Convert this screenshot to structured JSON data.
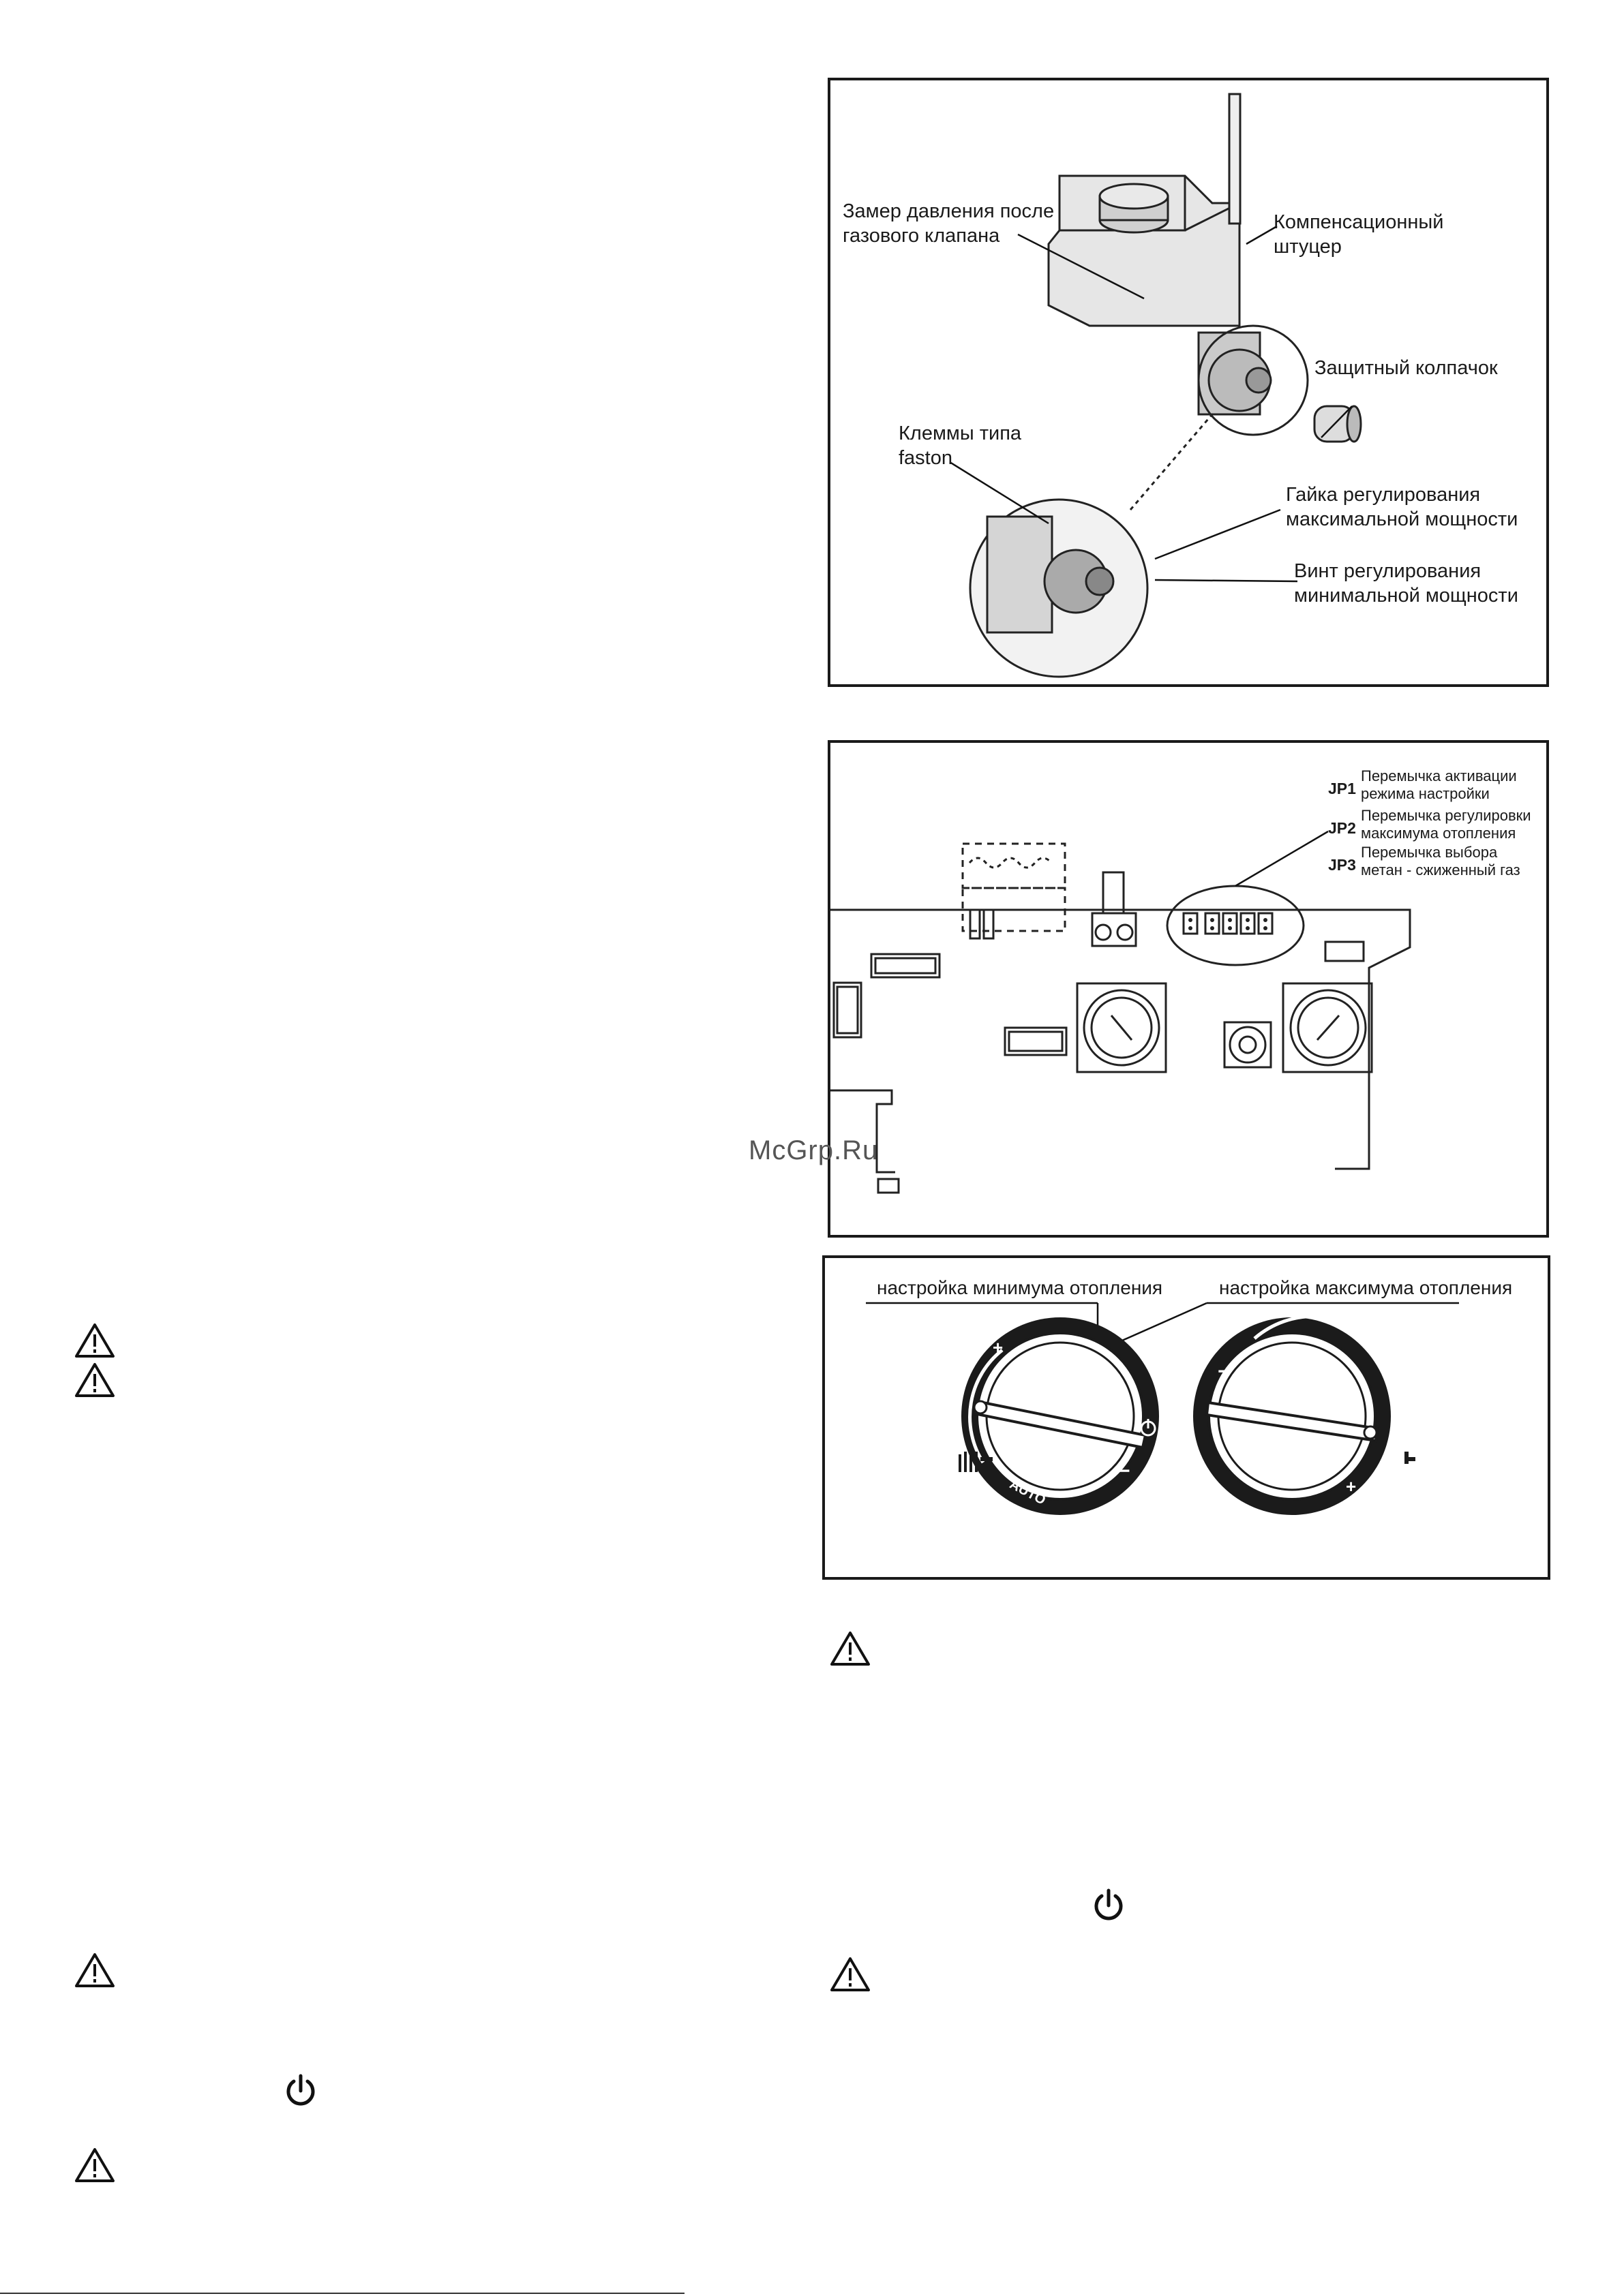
{
  "figure1": {
    "labels": {
      "pressure_after_valve": "Замер давления после\nгазового клапана",
      "compensation_fitting": "Компенсационный\nштуцер",
      "protective_cap": "Защитный колпачок",
      "faston_terminals": "Клеммы типа\nfaston",
      "max_power_nut": "Гайка регулирования\nмаксимальной мощности",
      "min_power_screw": "Винт регулирования\nминимальной мощности"
    }
  },
  "figure2": {
    "jumpers": [
      {
        "code": "JP1",
        "text": "Перемычка активации\nрежима настройки"
      },
      {
        "code": "JP2",
        "text": "Перемычка регулировки\nмаксимума отопления"
      },
      {
        "code": "JP3",
        "text": "Перемычка выбора\nметан - сжиженный газ"
      }
    ]
  },
  "figure3": {
    "min_heating_label": "настройка минимума отопления",
    "max_heating_label": "настройка максимума отопления",
    "knob_left": {
      "plus": "+",
      "minus": "−",
      "auto": "AUTO"
    },
    "knob_right": {
      "plus": "+",
      "minus": "−"
    }
  },
  "watermark": "McGrp.Ru",
  "icons": {
    "warning": "warning-triangle-icon",
    "power": "power-icon"
  }
}
